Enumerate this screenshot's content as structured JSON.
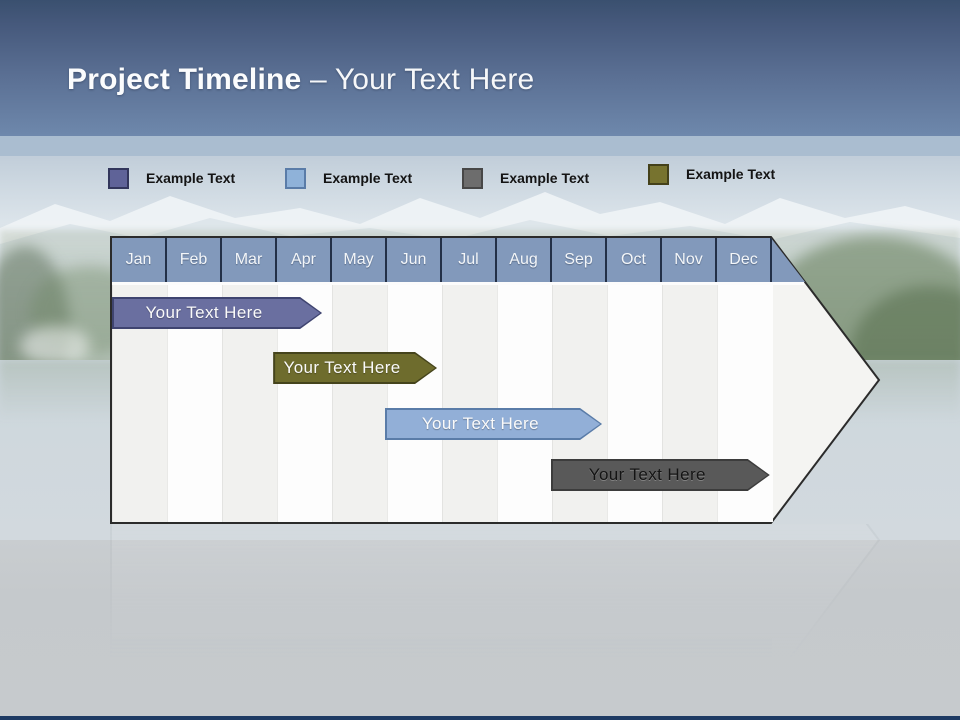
{
  "header": {
    "title_bold": "Project Timeline",
    "title_rest": "– Your Text Here"
  },
  "legend": {
    "items": [
      {
        "label": "Example Text",
        "color": "#5f6398",
        "border": "#32365c"
      },
      {
        "label": "Example Text",
        "color": "#8fb2d9",
        "border": "#5a7ca8"
      },
      {
        "label": "Example Text",
        "color": "#6d6d6d",
        "border": "#474747"
      },
      {
        "label": "Example Text",
        "color": "#77732f",
        "border": "#44411a"
      }
    ]
  },
  "timeline": {
    "months": [
      "Jan",
      "Feb",
      "Mar",
      "Apr",
      "May",
      "Jun",
      "Jul",
      "Aug",
      "Sep",
      "Oct",
      "Nov",
      "Dec"
    ],
    "header_fill": "#8299bb",
    "header_separator": "#233047",
    "outline_color": "#2b2b2b",
    "tip_fill": "#f4f4f2",
    "stripe_gray": "#f1f1ef",
    "stripe_white": "#fdfdfd",
    "bars": [
      {
        "label": "Your Text Here",
        "fill": "#6a6fa0",
        "border": "#3f4470",
        "text_color": "#fafafa",
        "start_month": 0.0,
        "end_month": 3.82,
        "row": 0
      },
      {
        "label": "Your Text Here",
        "fill": "#6e6c2d",
        "border": "#45441c",
        "text_color": "#fafafa",
        "start_month": 2.93,
        "end_month": 5.91,
        "row": 1
      },
      {
        "label": "Your Text Here",
        "fill": "#92afd7",
        "border": "#5a7ca8",
        "text_color": "#fafafa",
        "start_month": 4.96,
        "end_month": 8.91,
        "row": 2
      },
      {
        "label": "Your Text Here",
        "fill": "#595959",
        "border": "#3c3c3c",
        "text_color": "#141414",
        "start_month": 7.98,
        "end_month": 11.96,
        "row": 3
      }
    ]
  }
}
